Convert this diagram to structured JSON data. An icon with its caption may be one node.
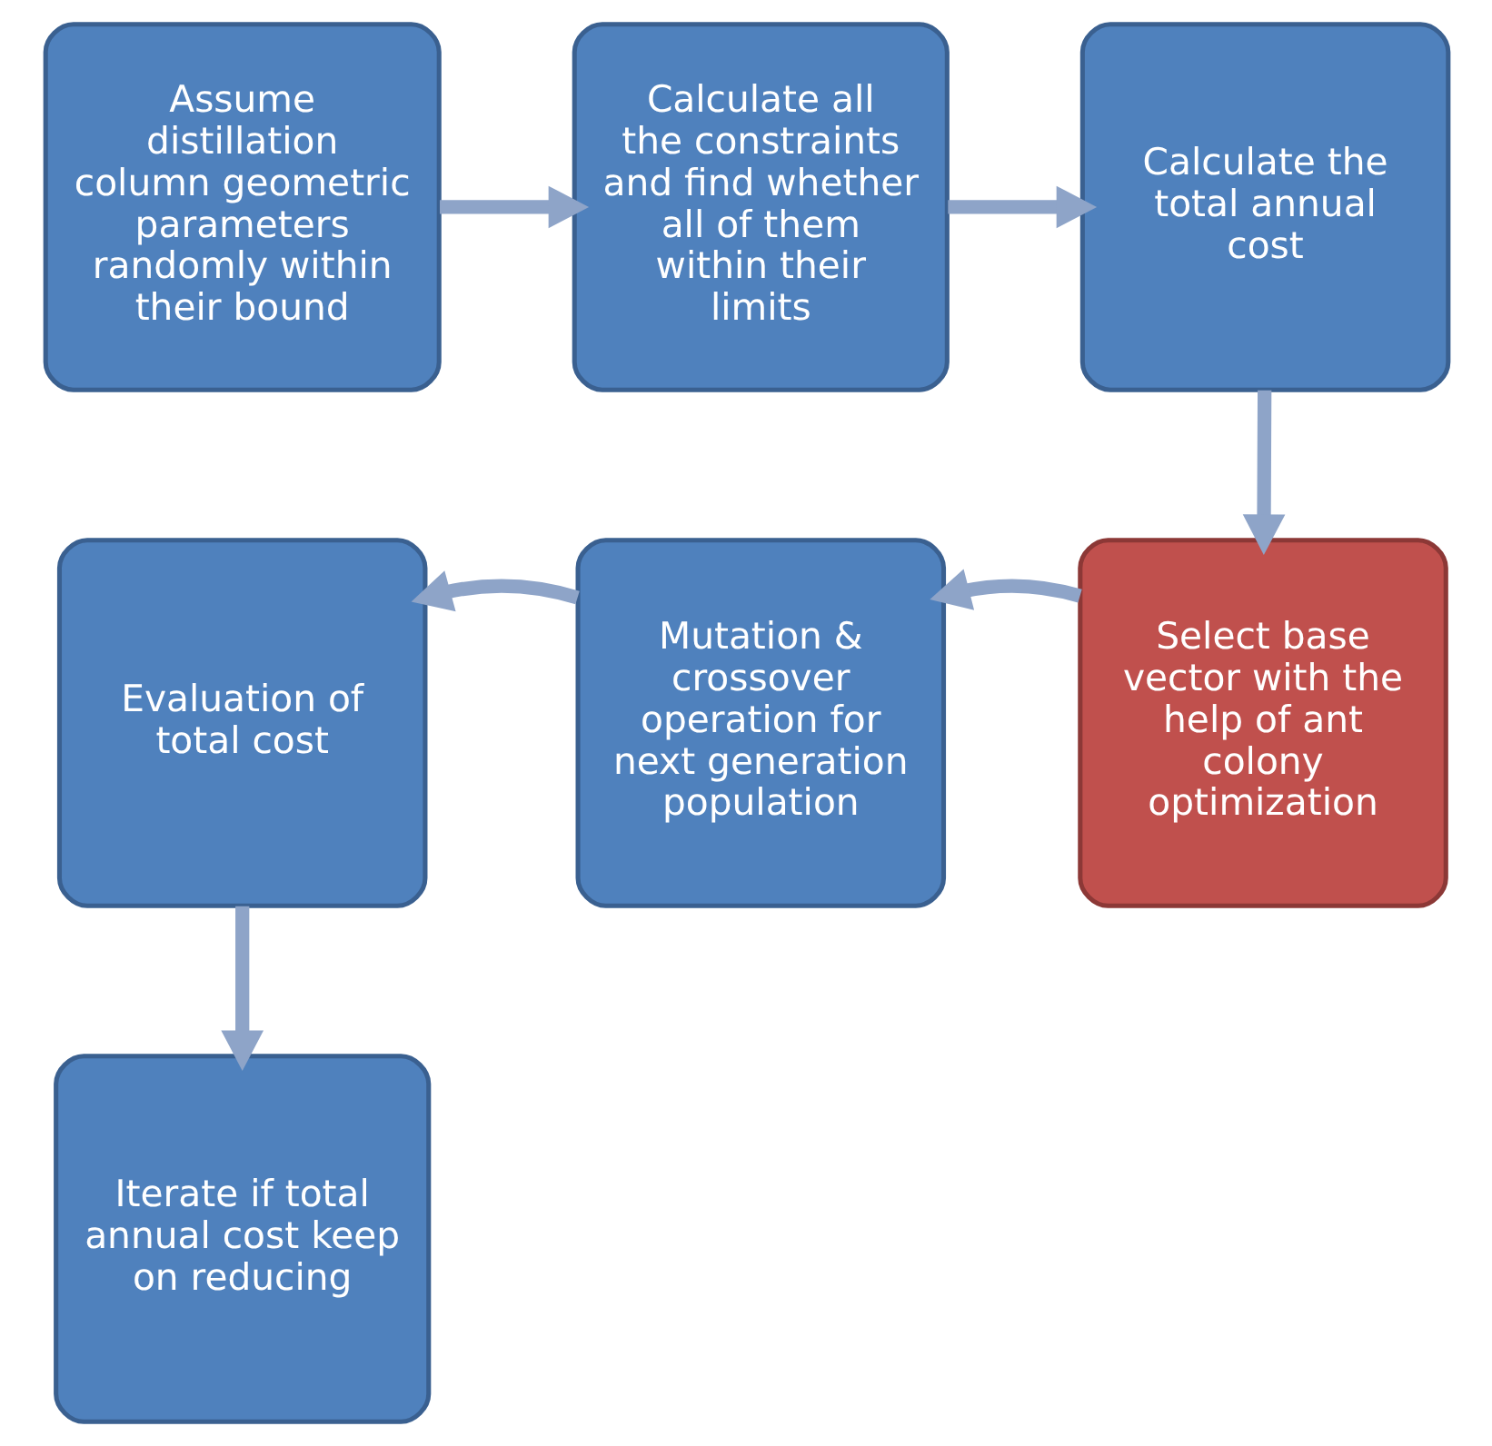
{
  "diagram": {
    "nodes": [
      {
        "text": [
          "Assume distillation column geometric parameters randomly within their bound"
        ]
      },
      {
        "text": [
          "Calculate all the constraints and find whether all of them within their limits"
        ]
      },
      {
        "text": [
          "Calculate the total annual cost"
        ]
      },
      {
        "text": [
          "Select base vector with the help of ant colony optimization"
        ]
      },
      {
        "text": [
          "Mutation & crossover operation for next generation population"
        ]
      },
      {
        "text": [
          "Evaluation of total cost"
        ]
      },
      {
        "text": [
          "Iterate if total annual cost keep on reducing"
        ]
      }
    ],
    "edges": [
      {
        "from": 0,
        "to": 1,
        "arrow": "to"
      },
      {
        "from": 1,
        "to": 2,
        "arrow": "to"
      },
      {
        "from": 2,
        "to": 3,
        "arrow": "to"
      },
      {
        "from": 3,
        "to": 4,
        "arrow": "to"
      },
      {
        "from": 4,
        "to": 5,
        "arrow": "to"
      },
      {
        "from": 5,
        "to": 6,
        "arrow": "to"
      }
    ]
  }
}
